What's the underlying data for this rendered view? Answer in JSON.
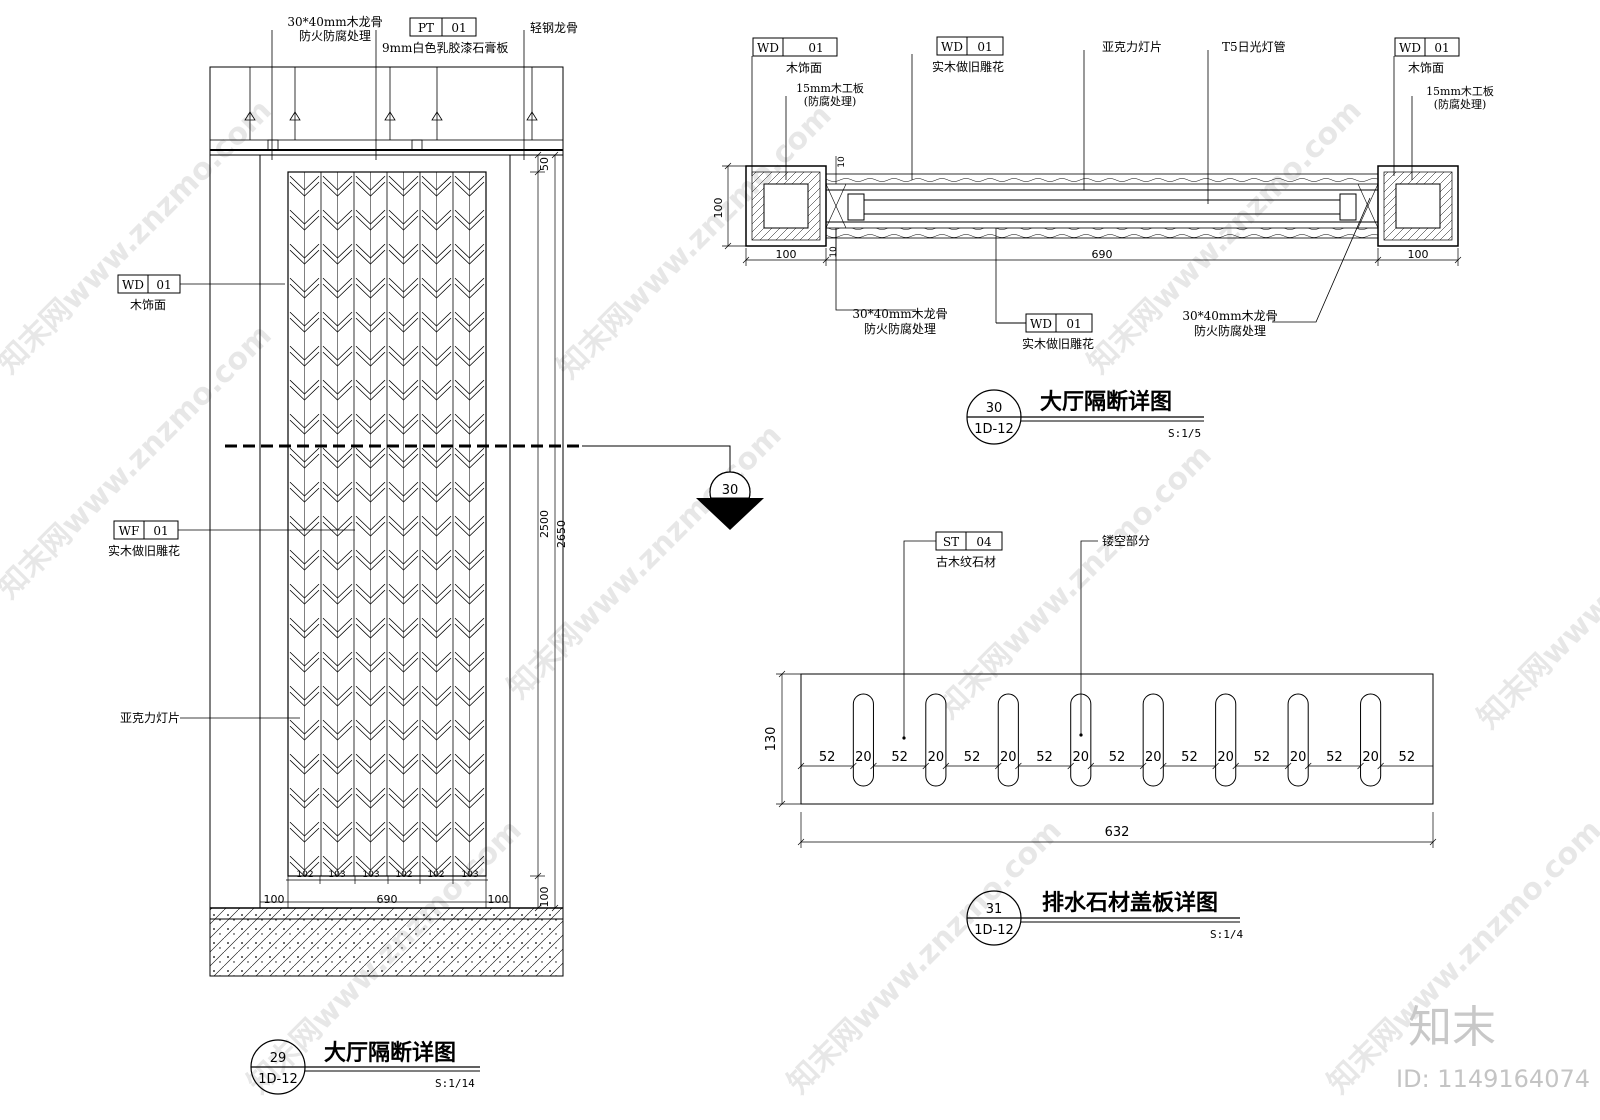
{
  "drawing29": {
    "tags": [
      {
        "code": "PT",
        "num": "01"
      },
      {
        "code": "WD",
        "num": "01"
      },
      {
        "code": "WF",
        "num": "01"
      }
    ],
    "notes": {
      "keel_a": "30*40mm木龙骨",
      "keel_b": "防火防腐处理",
      "gypsum": "9mm白色乳胶漆石膏板",
      "steel": "轻钢龙骨",
      "wood_face": "木饰面",
      "carving": "实木做旧雕花",
      "acrylic": "亚克力灯片"
    },
    "dims": {
      "top": "50",
      "inner_h": "2500",
      "total_h": "2650",
      "bottom": "100",
      "left": "100",
      "mid": "690",
      "right": "100",
      "panels": [
        "102",
        "103",
        "103",
        "102",
        "102",
        "103"
      ]
    },
    "section_mark": "30",
    "title_num": "29",
    "title_ref": "1D-12",
    "title": "大厅隔断详图",
    "scale": "S:1/14"
  },
  "drawing30": {
    "tags": [
      {
        "code": "WD",
        "num": "01"
      },
      {
        "code": "WD",
        "num": "01"
      },
      {
        "code": "WD",
        "num": "01"
      },
      {
        "code": "WD",
        "num": "01"
      }
    ],
    "notes": {
      "wood_face_l": "木饰面",
      "board_l_a": "15mm木工板",
      "board_l_b": "(防腐处理)",
      "carving_top": "实木做旧雕花",
      "acrylic": "亚克力灯片",
      "t5": "T5日光灯管",
      "wood_face_r": "木饰面",
      "board_r_a": "15mm木工板",
      "board_r_b": "(防腐处理)",
      "keel_l_a": "30*40mm木龙骨",
      "keel_l_b": "防火防腐处理",
      "carving_bot": "实木做旧雕花",
      "keel_r_a": "30*40mm木龙骨",
      "keel_r_b": "防火防腐处理"
    },
    "dims": {
      "h": "100",
      "t1": "10",
      "t2": "10",
      "left": "100",
      "mid": "690",
      "right": "100"
    },
    "title_num": "30",
    "title_ref": "1D-12",
    "title": "大厅隔断详图",
    "scale": "S:1/5"
  },
  "drawing31": {
    "tag": {
      "code": "ST",
      "num": "04"
    },
    "notes": {
      "stone": "古木纹石材",
      "hollow": "镂空部分"
    },
    "dims": {
      "h": "130",
      "total": "632",
      "row": [
        "52",
        "20",
        "52",
        "20",
        "52",
        "20",
        "52",
        "20",
        "52",
        "20",
        "52",
        "20",
        "52",
        "20",
        "52",
        "20",
        "52"
      ]
    },
    "title_num": "31",
    "title_ref": "1D-12",
    "title": "排水石材盖板详图",
    "scale": "S:1/4"
  },
  "watermark": {
    "brand": "知末",
    "id": "ID: 1149164074",
    "site": "知末网www.znzmo.com"
  }
}
